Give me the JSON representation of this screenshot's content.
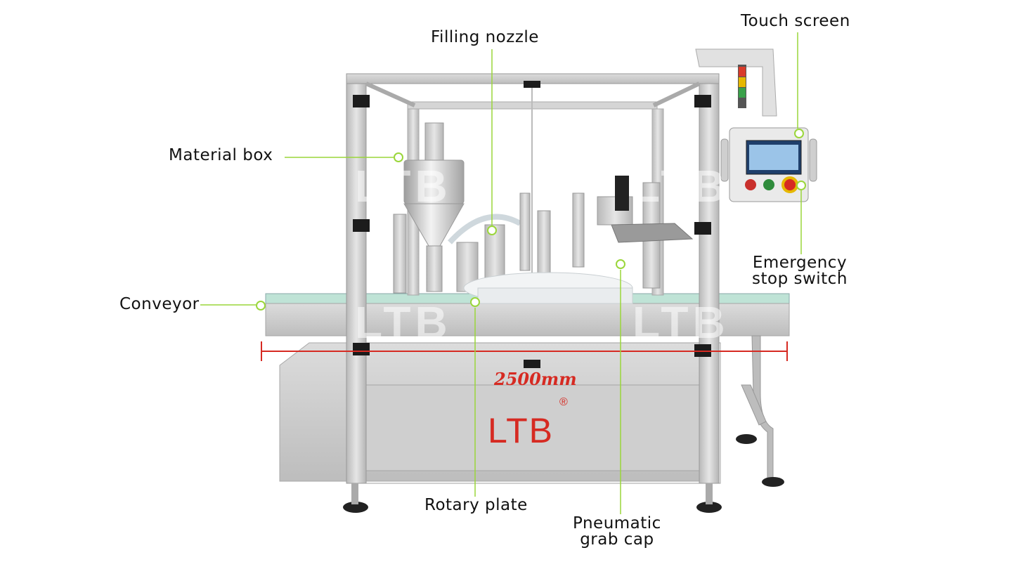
{
  "labels": {
    "filling_nozzle": "Filling nozzle",
    "touch_screen": "Touch screen",
    "material_box": "Material box",
    "conveyor": "Conveyor",
    "emergency_line1": "Emergency",
    "emergency_line2": "stop switch",
    "rotary_plate": "Rotary plate",
    "pneumatic_line1": "Pneumatic",
    "pneumatic_line2": "grab cap"
  },
  "dimension": "2500mm",
  "brand": "LTB",
  "registered_mark": "®",
  "colors": {
    "leader_line": "#9ad63a",
    "dimension": "#d62a22",
    "brand": "#d62a22",
    "steel": "#c9c9c9"
  }
}
